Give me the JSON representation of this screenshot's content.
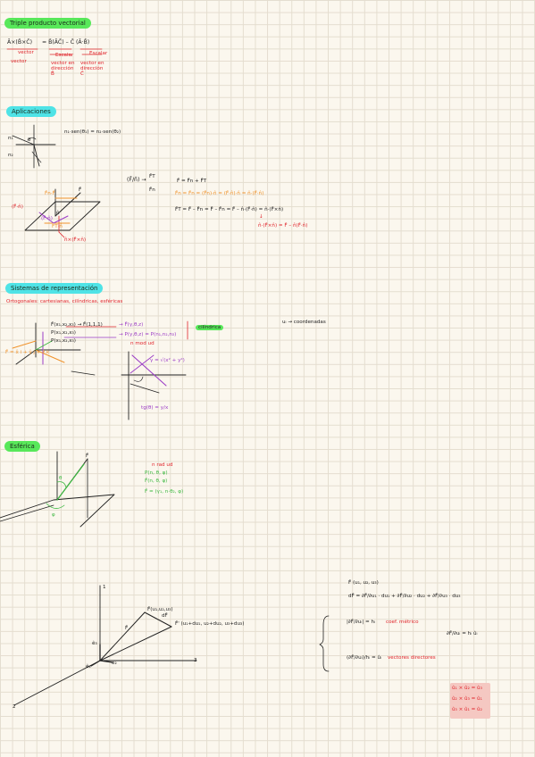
{
  "headings": {
    "triple": "Triple producto vectorial",
    "aplicaciones": "Aplicaciones",
    "sistemas": "Sistemas de representación",
    "esferica": "Esférica"
  },
  "triple_section": {
    "formula_left": "Ā×(B̄×C̄)",
    "formula_mid": "= B̄(ĀC̄) – C̄ (Ā·B̄)",
    "label_vector_1": "vector",
    "label_vector_2": "vector",
    "label_escalar_1": "Escalar",
    "label_escalar_2": "Escalar",
    "label_dir_b": "vector en dirección B̄",
    "label_dir_c": "vector en dirección C̄"
  },
  "aplicaciones_section": {
    "snell": "n₁·sen(θ₁) = n₂·sen(θ₂)",
    "n1": "n₁",
    "n2": "n₂",
    "theta": "θ",
    "matrix_label": "(F̄/n̂) →",
    "ft": "F̄T",
    "fn": "F̄n",
    "eq1": "F̄ = F̄n + F̄T",
    "eq2": "F̄n = F̄n = (F̄n)·n̂ = (F̄·n̂)·n̂ = n̂·(F̄·n̂)",
    "eq3": "F̄T = F̄ – F̄n = F̄ – F̄n = F̄ – n̂·(F̄·n̂) = n̂·(F̄×n̂)",
    "eq4": "n̂·(F̄×n̂) = F̄ – n̂(F̄·n̂)",
    "eq4_arrow": "↓",
    "diag_f": "F̄",
    "diag_fn": "F̄n·F̄",
    "diag_fna": "(F̄·n̂)",
    "diag_fna2": "(F̄·n̂)",
    "diag_n": "n̂",
    "diag_fnn": "n̂×(F̄×n̂)",
    "diag_ftn": "F̄T·n̂"
  },
  "sistemas_section": {
    "subtitle": "Ortogonales: cartesianas, cilíndricas, esféricas",
    "line1": "F̄(x₁,x₂,x₃) → F̄(1,1,1)",
    "line2": "P(x₁,x₂,x₃)",
    "line3": "P(x₁,x₂,x₃)",
    "arrow1": "→ F̄(γ,θ,z)",
    "arrow2": "→ P(γ,θ,z) = P(n₁,n₂,n₃)",
    "cilindrica": "cilíndrica",
    "mod": "n mod ud",
    "ui": "uᵢ → coordenadas",
    "vector_r": "F̄ = x̂ i + ŷ j + ẑ k",
    "radius": "γ = √(x² + y²)",
    "tan": "tg(θ) = y/x"
  },
  "esferica_section": {
    "mod": "n rad ud",
    "p": "P(n, θ, φ)",
    "f": "F̄(n, θ, φ)",
    "full": "F̄ = (γ₁, n·θ₂, φ)",
    "r": "F̄",
    "theta": "θ",
    "phi": "φ"
  },
  "bottom_section": {
    "r_u": "F̄(u₁,u₂,u₃)",
    "dr": "dF̄",
    "r": "F̄",
    "r_prime": "F̄' (u₁+du₁, u₂+du₂, u₃+du₃)",
    "axis_1": "1",
    "axis_2": "2",
    "axis_3": "3",
    "e3": "ê₃",
    "e2": "ê₂",
    "e1": "ê₁",
    "r_def": "F̄ (u₁, u₂, u₃)",
    "dr_eq": "dF̄ = ∂F̄/∂u₁ · du₁ + ∂F̄/∂u₂ · du₂ + ∂F̄/∂u₃ · du₃",
    "hi": "|∂F̄/∂uᵢ| = hᵢ",
    "coef": "coef. métrico",
    "unit": "(∂F̄/∂uᵢ)/hᵢ = ûᵢ",
    "dir": "vectores directores",
    "partial": "∂F̄/∂uᵢ = hᵢ ûᵢ",
    "cross1": "û₁ × û₂ = û₃",
    "cross2": "û₂ × û₃ = û₁",
    "cross3": "û₃ × û₁ = û₂"
  },
  "colors": {
    "highlight_green": "#58e85a",
    "highlight_cyan": "#4fe3e6",
    "red": "#e0242b",
    "orange": "#f0932c",
    "purple": "#9b3cc6",
    "green": "#3bb83f",
    "pink_box": "#f5c8c2"
  }
}
